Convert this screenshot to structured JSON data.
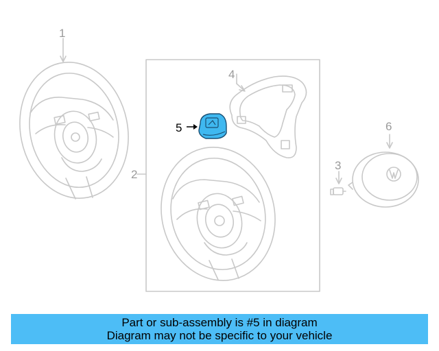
{
  "diagram": {
    "callouts": {
      "c1": "1",
      "c2": "2",
      "c3": "3",
      "c4": "4",
      "c5": "5",
      "c6": "6"
    },
    "highlighted_part": "5",
    "colors": {
      "outline": "#c8c8c8",
      "highlight": "#3fb8f0",
      "highlight_stroke": "#1a4f73",
      "banner": "#4dbdf6"
    }
  },
  "banner": {
    "line1": "Part or sub-assembly is #5 in diagram",
    "line2": "Diagram may not be specific to your vehicle"
  }
}
